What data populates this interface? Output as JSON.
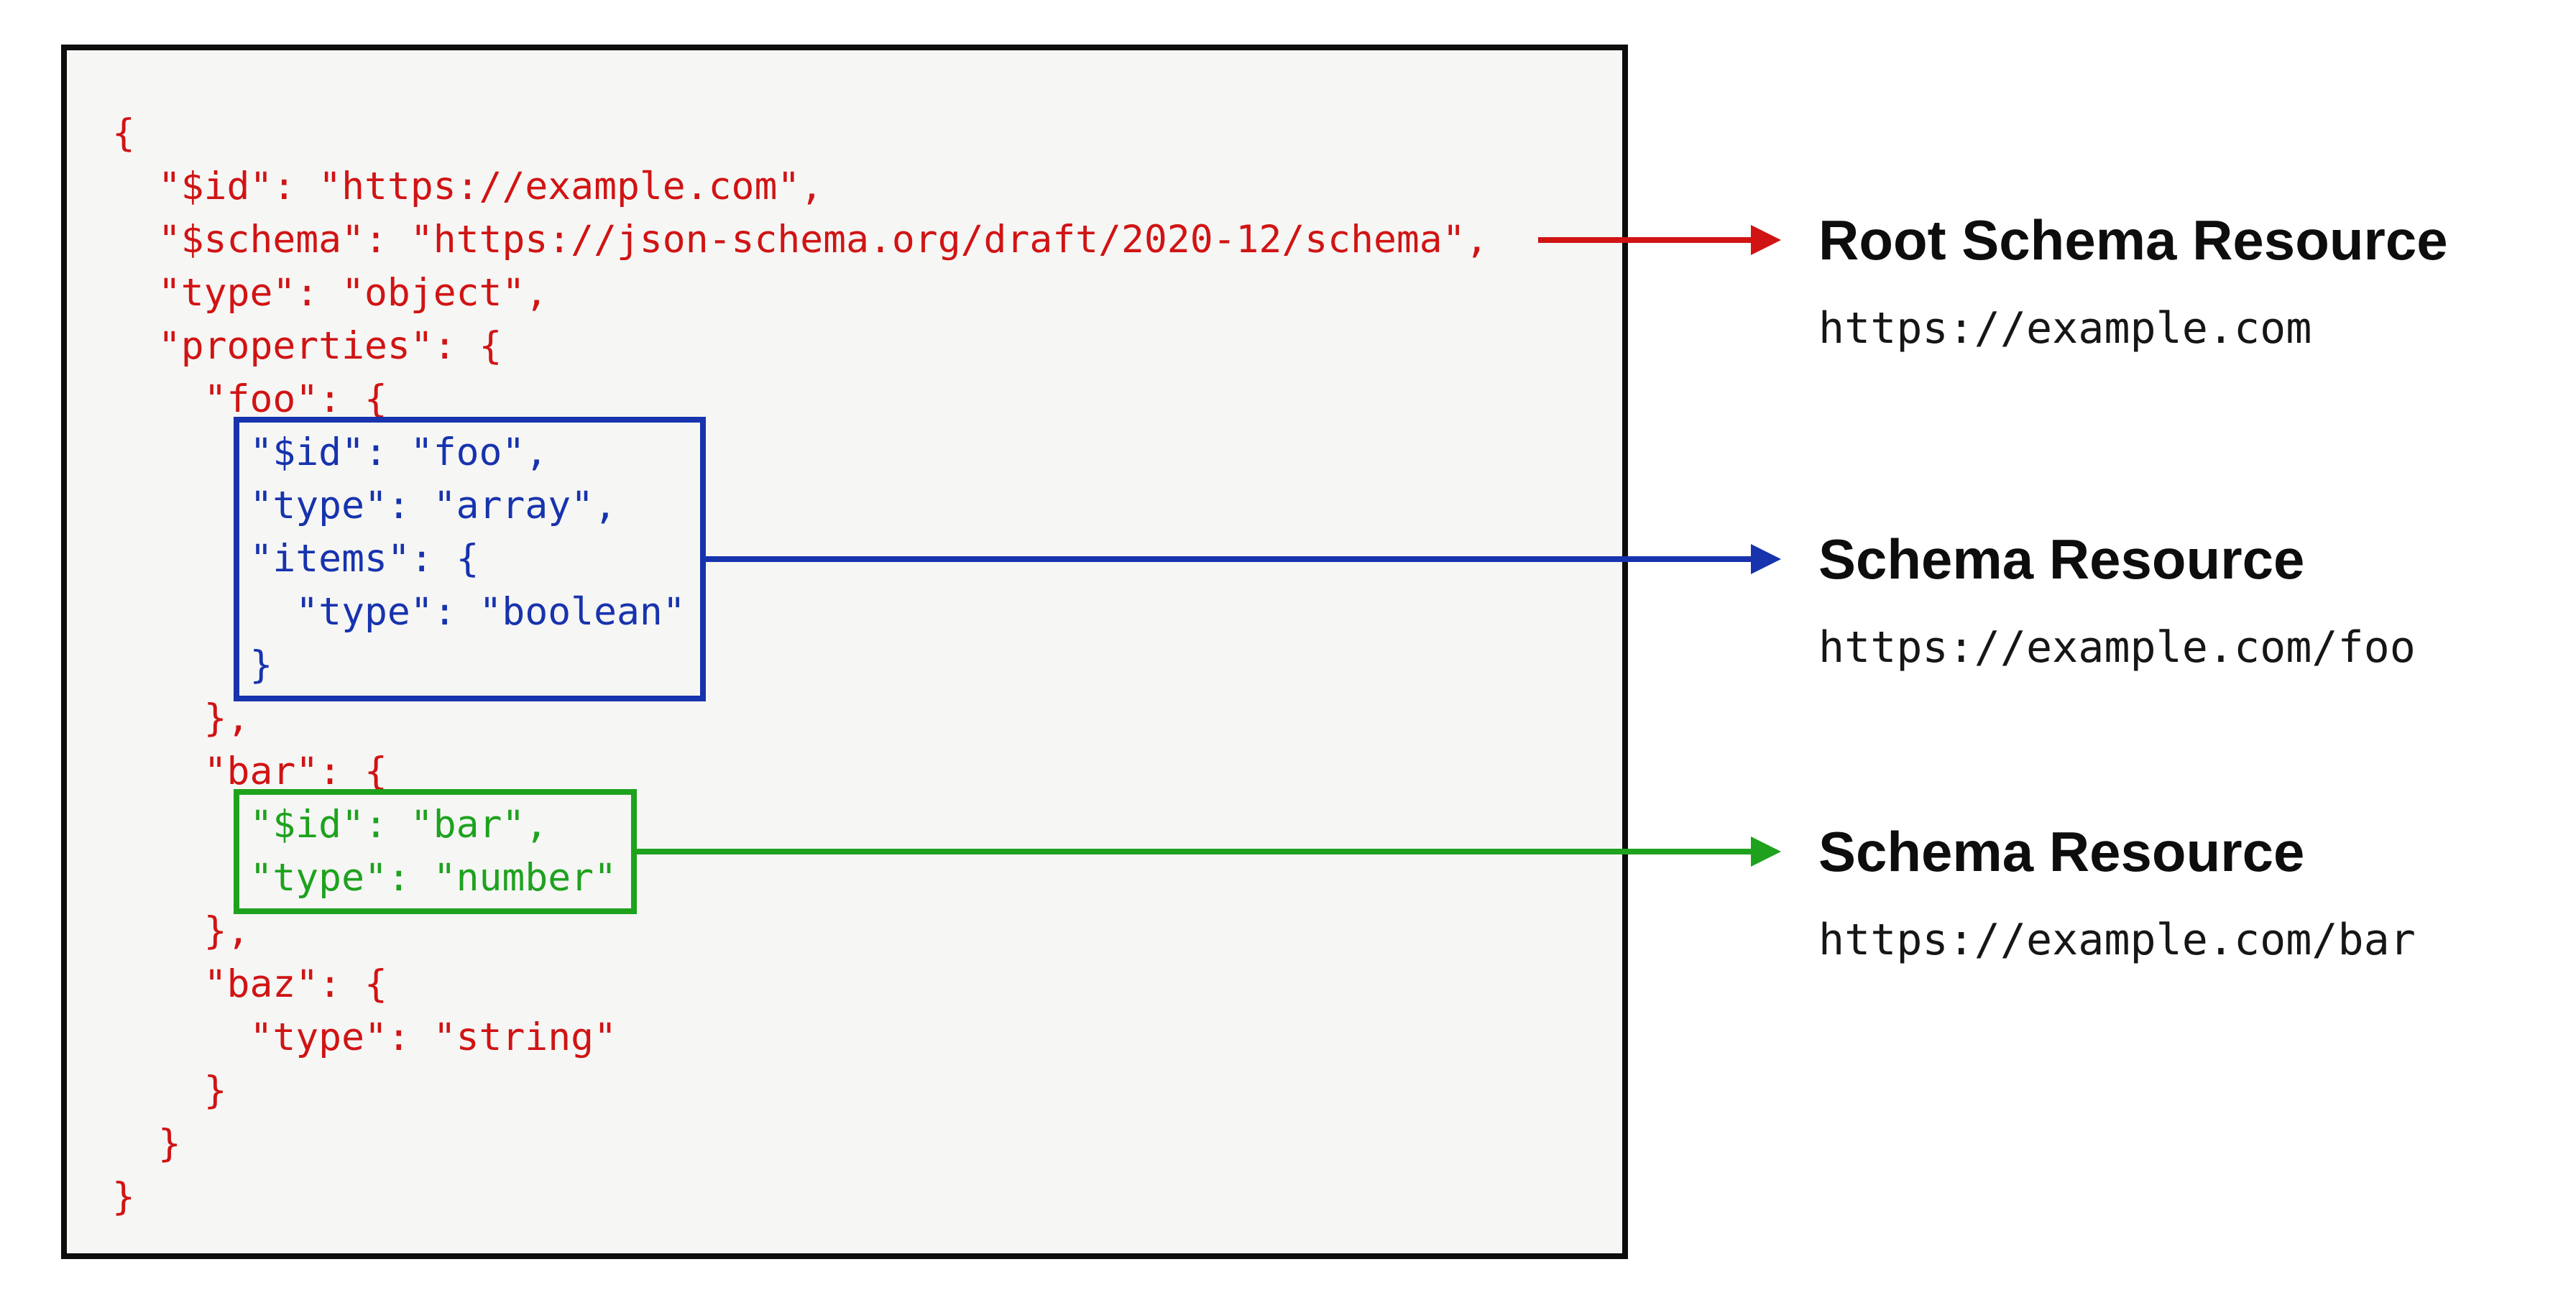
{
  "code": {
    "pre_lines": [
      "{",
      "  \"$id\": \"https://example.com\",",
      "  \"$schema\": \"https://json-schema.org/draft/2020-12/schema\",",
      "  \"type\": \"object\",",
      "  \"properties\": {",
      "    \"foo\": {"
    ],
    "foo_box_lines": [
      "\"$id\": \"foo\",",
      "\"type\": \"array\",",
      "\"items\": {",
      "  \"type\": \"boolean\"",
      "}"
    ],
    "mid_lines": [
      "    },",
      "    \"bar\": {"
    ],
    "bar_box_lines": [
      "\"$id\": \"bar\",",
      "\"type\": \"number\""
    ],
    "post_lines": [
      "    },",
      "    \"baz\": {",
      "      \"type\": \"string\"",
      "    }",
      "  }",
      "}"
    ]
  },
  "annotations": {
    "root": {
      "title": "Root Schema Resource",
      "url": "https://example.com"
    },
    "foo": {
      "title": "Schema Resource",
      "url": "https://example.com/foo"
    },
    "bar": {
      "title": "Schema Resource",
      "url": "https://example.com/bar"
    }
  },
  "colors": {
    "red": "#d01414",
    "blue": "#1733ad",
    "green": "#1ea21e",
    "ink": "#0d0d0d",
    "panel-bg": "#f6f6f5",
    "page-bg": "#ffffff"
  }
}
